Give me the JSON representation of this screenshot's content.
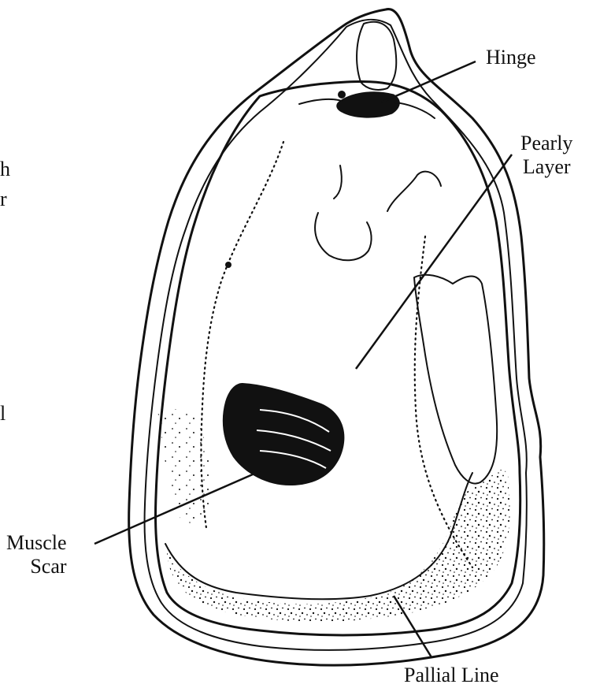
{
  "labels": {
    "hinge": "Hinge",
    "pearly_line1": "Pearly",
    "pearly_line2": "Layer",
    "muscle_line1": "Muscle",
    "muscle_line2": "Scar",
    "pallial": "Pallial Line"
  },
  "cropped_text": {
    "line1": "h",
    "line2": "r",
    "line3": "l"
  },
  "colors": {
    "ink": "#111111",
    "background": "#ffffff"
  }
}
